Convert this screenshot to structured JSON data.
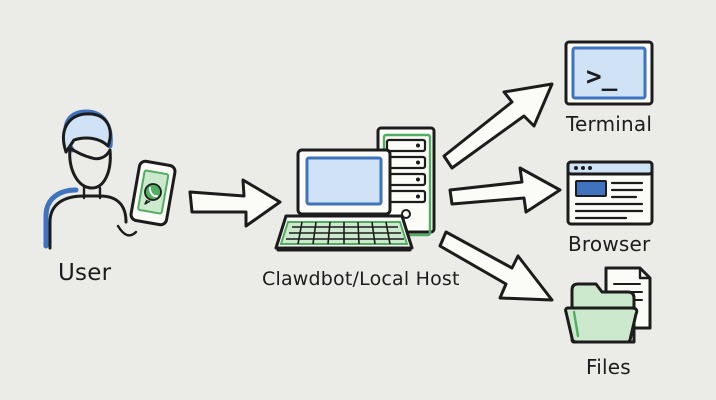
{
  "nodes": {
    "user": {
      "label": "User"
    },
    "host": {
      "label": "Clawdbot/Local Host"
    },
    "terminal": {
      "label": "Terminal",
      "prompt": ">_"
    },
    "browser": {
      "label": "Browser"
    },
    "files": {
      "label": "Files"
    }
  },
  "colors": {
    "background": "#ebebe8",
    "ink": "#1c1c1c",
    "blue": "#3f73bd",
    "blue_light": "#cfe2f6",
    "green": "#4fae5f",
    "green_light": "#cde9cd",
    "white": "#fbfbf8"
  }
}
